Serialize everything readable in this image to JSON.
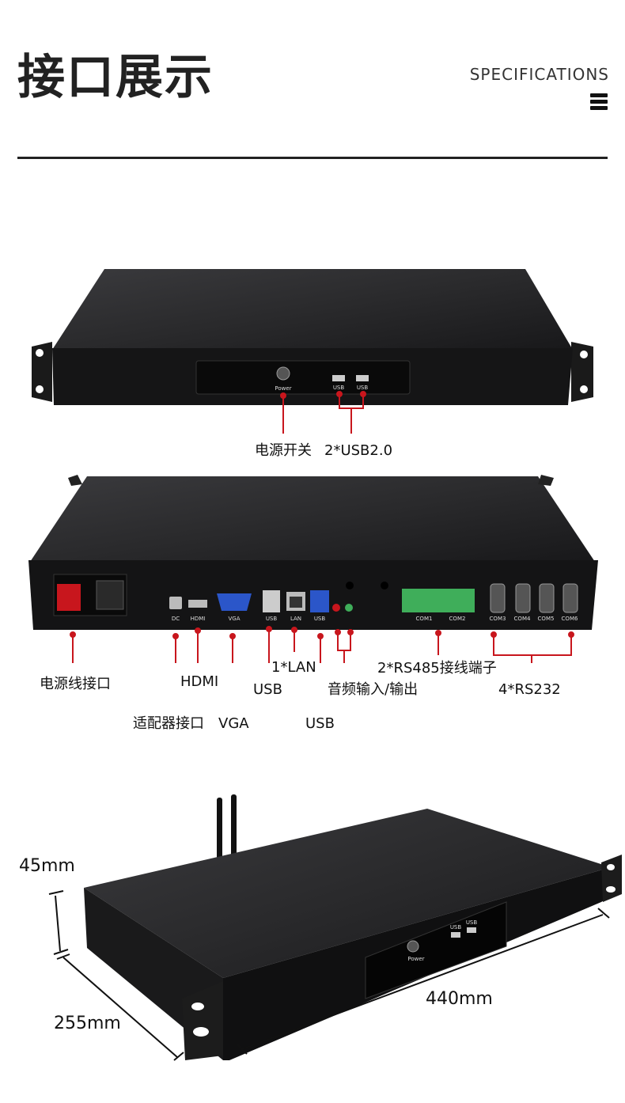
{
  "header": {
    "title": "接口展示",
    "subtitle": "SPECIFICATIONS"
  },
  "front": {
    "power_text": "Power",
    "usb_port_a": "USB",
    "usb_port_b": "USB",
    "label_power": "电源开关",
    "label_usb": "2*USB2.0"
  },
  "rear": {
    "port_dc": "DC",
    "port_hdmi": "HDMI",
    "port_vga": "VGA",
    "port_usb_a": "USB",
    "port_lan": "LAN",
    "port_usb_b": "USB",
    "port_com1": "COM1",
    "port_com2": "COM2",
    "port_com3": "COM3",
    "port_com4": "COM4",
    "port_com5": "COM5",
    "port_com6": "COM6",
    "labels": {
      "power_cord": "电源线接口",
      "adapter": "适配器接口",
      "hdmi": "HDMI",
      "vga": "VGA",
      "usb_a": "USB",
      "lan": "1*LAN",
      "usb_b": "USB",
      "audio": "音频输入/输出",
      "rs485": "2*RS485接线端子",
      "rs232": "4*RS232"
    }
  },
  "dimensions": {
    "height": "45mm",
    "depth": "255mm",
    "width": "440mm",
    "usb_a": "USB",
    "usb_b": "USB",
    "power_text": "Power"
  },
  "colors": {
    "accent_red": "#c8161d",
    "chassis": "#1c1c1e",
    "vga_blue": "#2b56c9",
    "terminal_green": "#3fae5a"
  }
}
